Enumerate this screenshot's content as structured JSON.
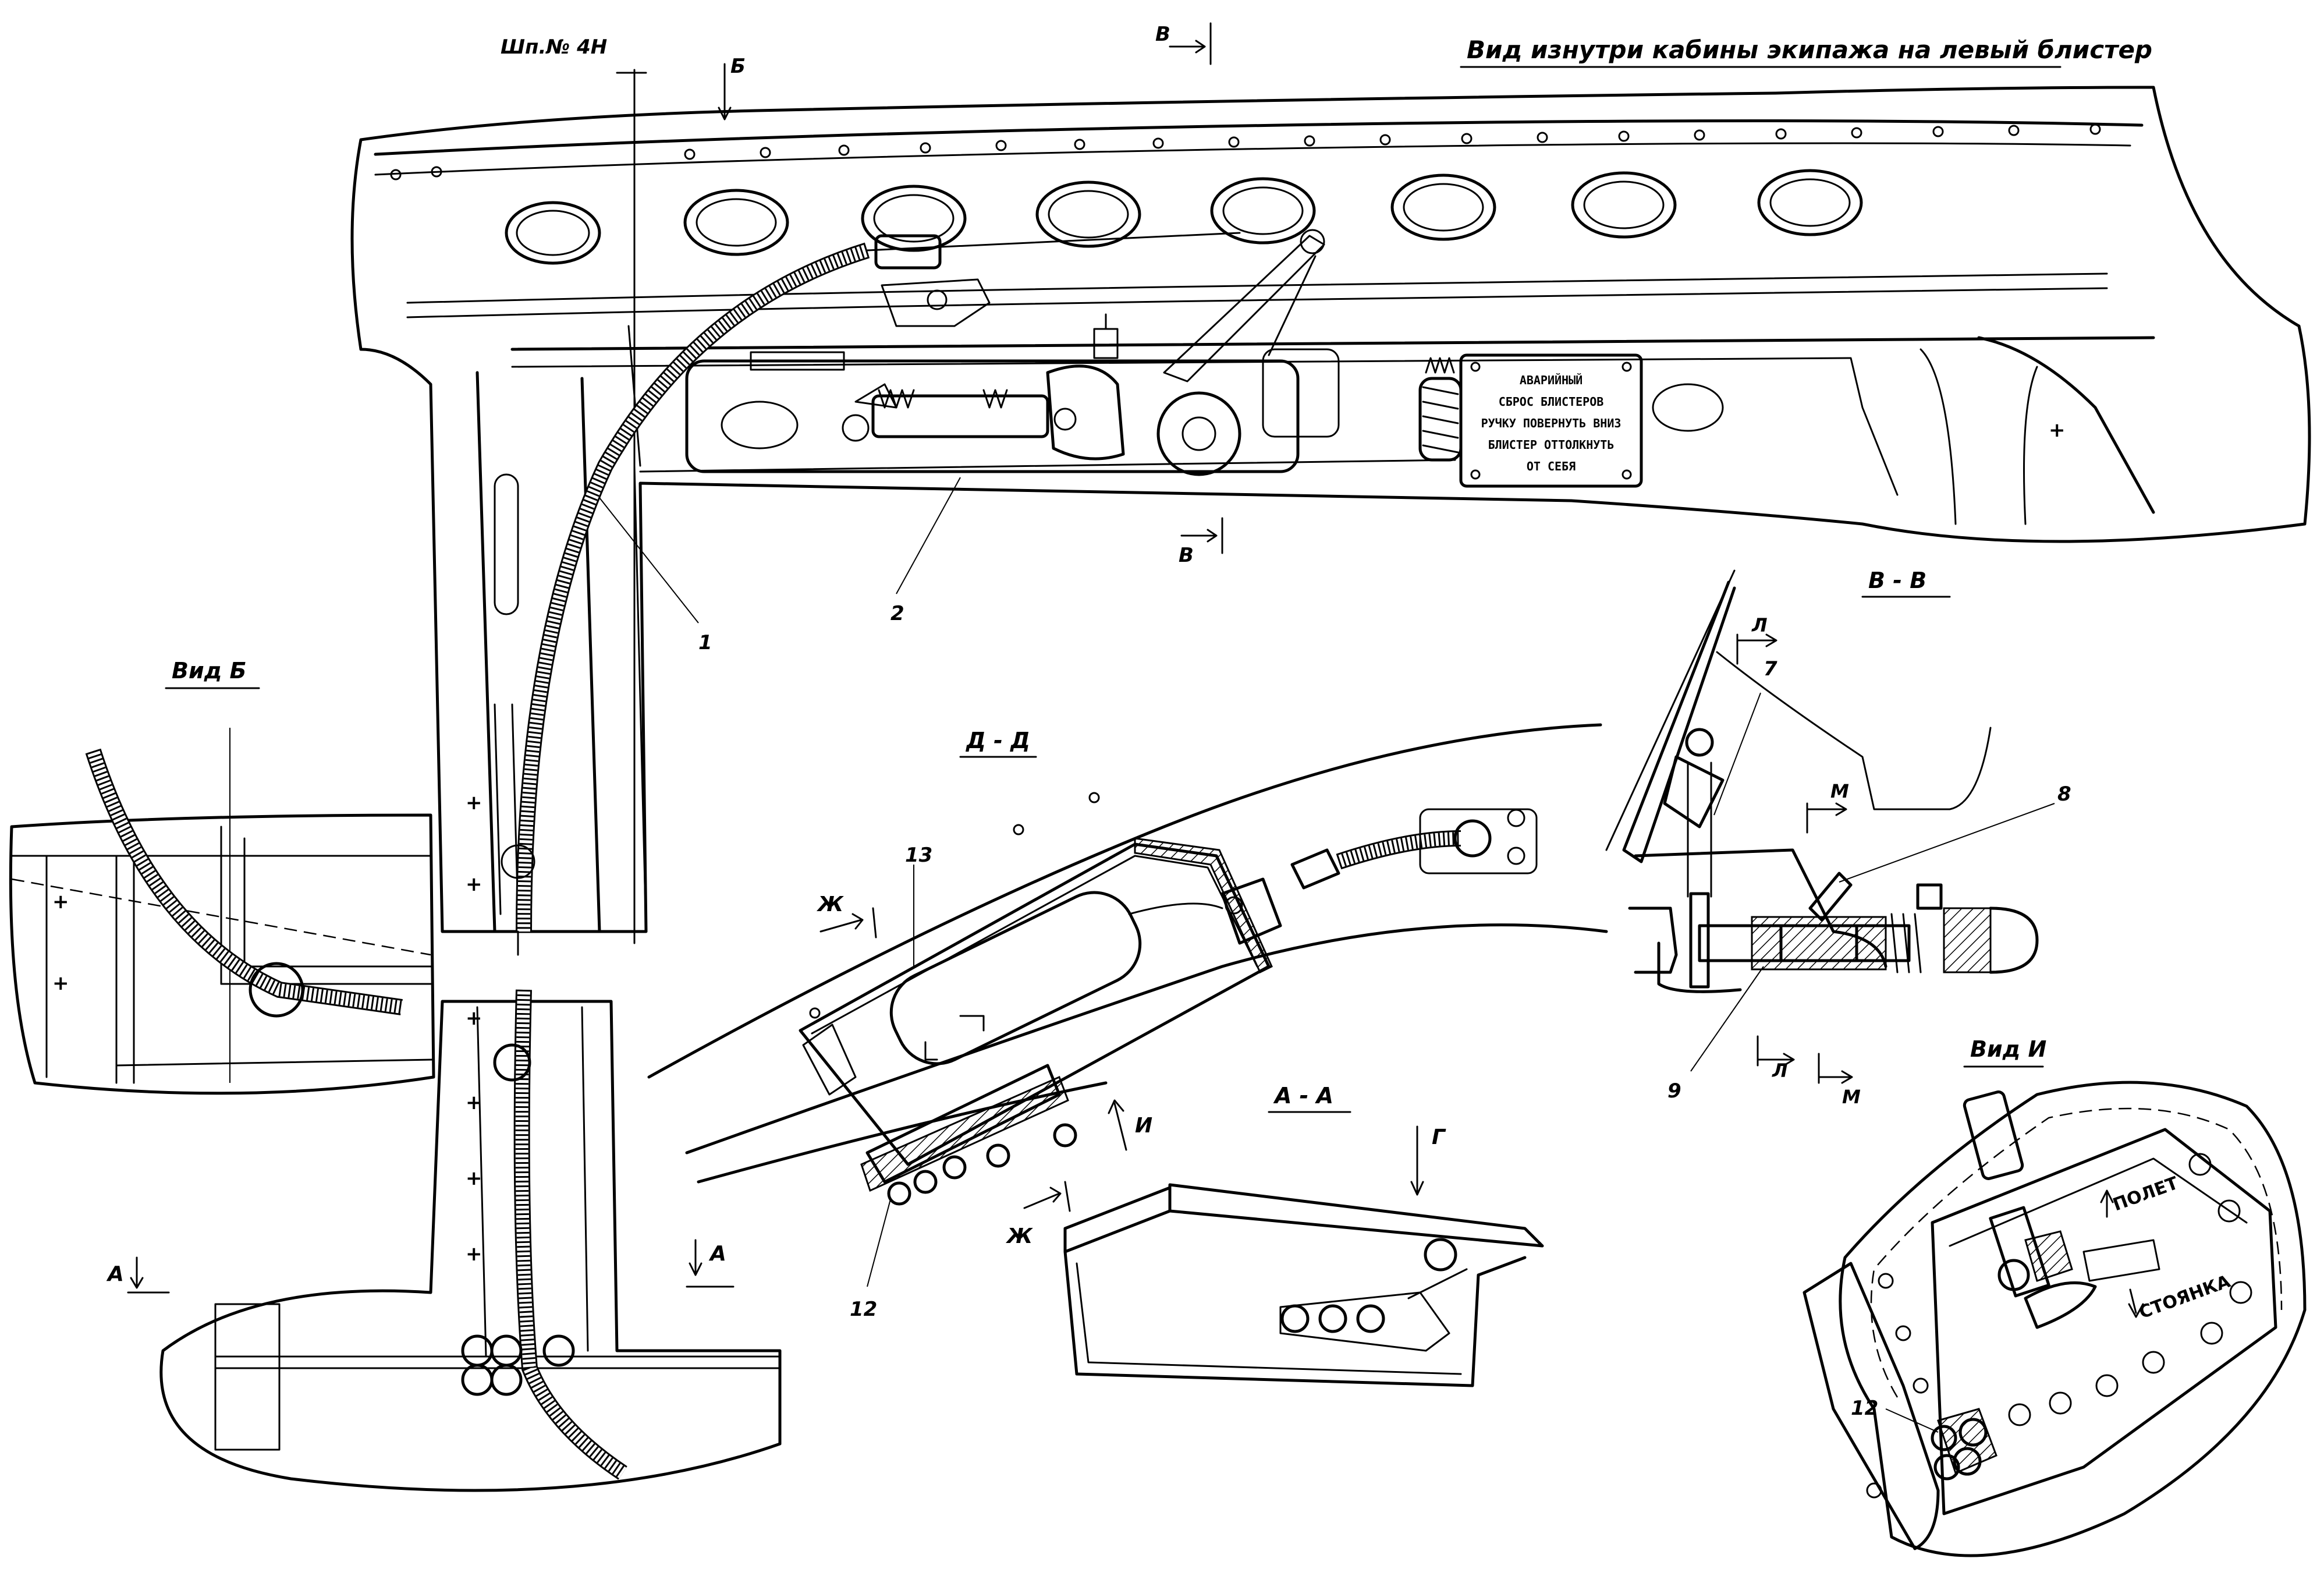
{
  "title": "Вид изнутри кабины экипажа на левый блистер",
  "frame_label": "Шп.№ 4Н",
  "views": {
    "vid_b": "Вид Б",
    "section_dd": "Д - Д",
    "section_aa": "А - А",
    "section_vv": "В - В",
    "vid_i": "Вид И"
  },
  "section_marks": {
    "b_top": "Б",
    "v_top": "В",
    "v_bottom": "В",
    "a_left": "А",
    "a_right": "А",
    "zh_top": "Ж",
    "zh_bottom": "Ж",
    "i_arrow": "И",
    "g_arrow": "Г",
    "l_top": "Л",
    "l_bottom": "Л",
    "m_top": "М",
    "m_bottom": "М"
  },
  "placard": {
    "lines": [
      "АВАРИЙНЫЙ",
      "СБРОС  БЛИСТЕРОВ",
      "РУЧКУ ПОВЕРНУТЬ ВНИЗ",
      "БЛИСТЕР ОТТОЛКНУТЬ",
      "ОТ СЕБЯ"
    ]
  },
  "lever_labels": {
    "flight": "ПОЛЕТ",
    "parking": "СТОЯНКА"
  },
  "callouts": [
    "1",
    "2",
    "7",
    "8",
    "9",
    "13",
    "12",
    "12"
  ]
}
